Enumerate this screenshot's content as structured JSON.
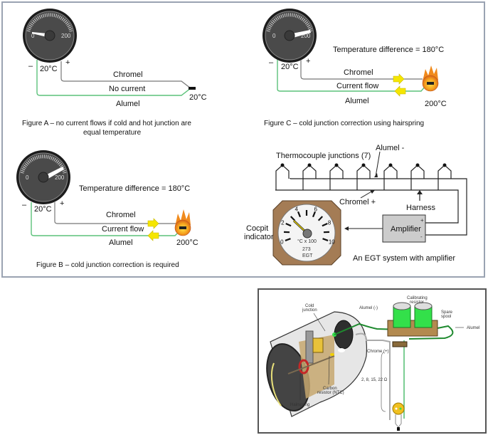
{
  "figure_a": {
    "dial_min": "0",
    "dial_max": "200",
    "cold_temp": "20°C",
    "minus": "–",
    "plus": "+",
    "wire_top": "Chromel",
    "middle": "No current",
    "wire_bottom": "Alumel",
    "hot_temp": "20°C",
    "caption_line1": "Figure A – no current flows if cold and hot junction are",
    "caption_line2": "equal temperature"
  },
  "figure_b": {
    "dial_min": "0",
    "dial_max": "200",
    "cold_temp": "20°C",
    "minus": "–",
    "plus": "+",
    "difference": "Temperature difference = 180°C",
    "wire_top": "Chromel",
    "middle": "Current flow",
    "wire_bottom": "Alumel",
    "hot_temp": "200°C",
    "caption": "Figure B – cold junction correction is required"
  },
  "figure_c": {
    "dial_min": "0",
    "dial_max": "200",
    "cold_temp": "20°C",
    "minus": "–",
    "plus": "+",
    "difference": "Temperature difference = 180°C",
    "wire_top": "Chromel",
    "middle": "Current flow",
    "wire_bottom": "Alumel",
    "hot_temp": "200°C",
    "caption": "Figure C – cold junction correction using hairspring"
  },
  "egt_system": {
    "junctions_label": "Thermocouple junctions (7)",
    "junction_count": 7,
    "alumel_label": "Alumel -",
    "chromel_label": "Chromel +",
    "harness_label": "Harness",
    "amplifier_label": "Amplifier",
    "amp_plus": "+",
    "amp_minus": "-",
    "indicator_label_1": "Cocpit",
    "indicator_label_2": "indicator",
    "gauge_ticks": [
      "0",
      "2",
      "4",
      "6",
      "8",
      "10"
    ],
    "gauge_units": "°C x 100",
    "gauge_reading": "273",
    "gauge_name": "EGT",
    "caption": "An EGT system with amplifier"
  },
  "cutaway": {
    "cold_junction_1": "Cold",
    "cold_junction_2": "junction",
    "alumel_minus": "Alumel (-)",
    "calibrating_1": "Calibrating",
    "calibrating_2": "resistor",
    "spare_1": "Spare",
    "spare_2": "spool",
    "alumel": "Alumel",
    "chrome_plus": "Chrome (+)",
    "resistances": "2, 8, 15, 22 Ω",
    "carbon_1": "Carbon",
    "carbon_2": "resistor (NTC)",
    "hairspring": "Hairspring"
  },
  "colors": {
    "alumel_wire": "#5cc27a",
    "chromel_wire": "#777777",
    "arrow_yellow": "#f5e600",
    "flame_orange": "#f08a1c",
    "gauge_body": "#4a4a4a",
    "egt_bezel": "#a47c55",
    "amplifier_fill": "#cccccc",
    "spool_green": "#33e04a"
  }
}
